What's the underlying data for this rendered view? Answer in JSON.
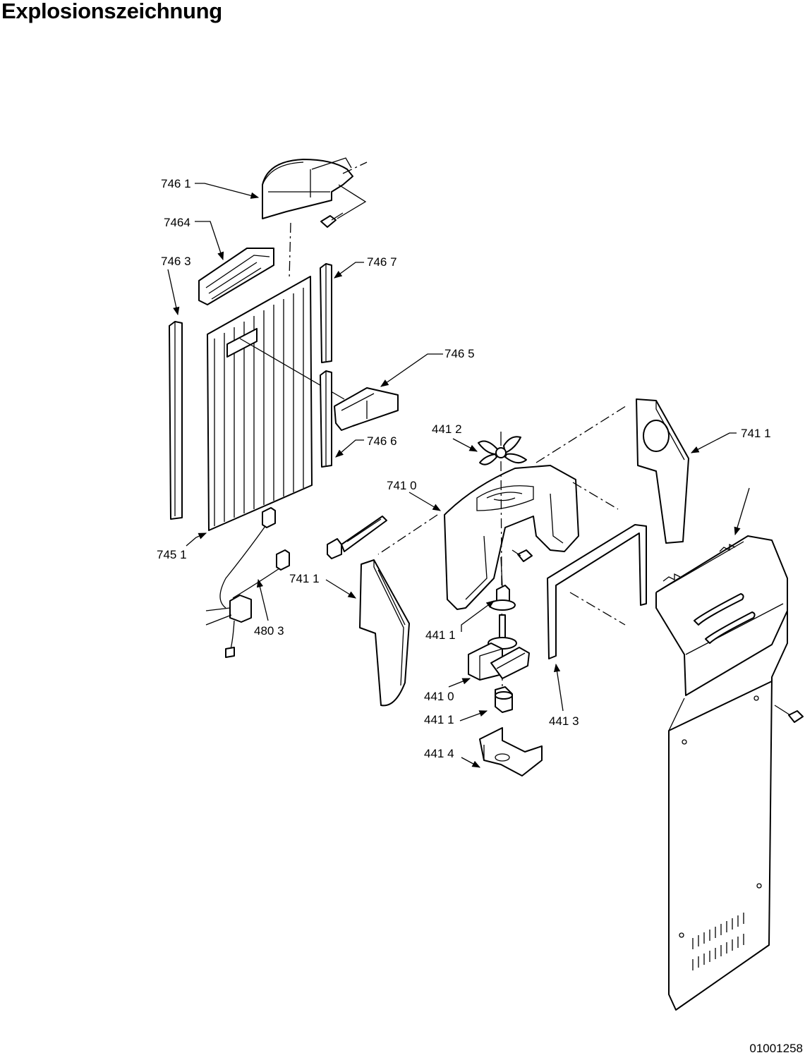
{
  "title": "Explosionszeichnung",
  "document_number": "01001258",
  "callouts": {
    "c7461": "746 1",
    "c7464": "7464",
    "c7463": "746 3",
    "c7467": "746 7",
    "c7465": "746 5",
    "c7466": "746 6",
    "c4412": "441 2",
    "c7411a": "741 1",
    "c7410": "741 0",
    "c7451": "745 1",
    "c7411b": "741 1",
    "c4803": "480 3",
    "c4411a": "441 1",
    "c4410": "441 0",
    "c4411b": "441 1",
    "c4414": "441 4",
    "c4413": "441 3"
  }
}
